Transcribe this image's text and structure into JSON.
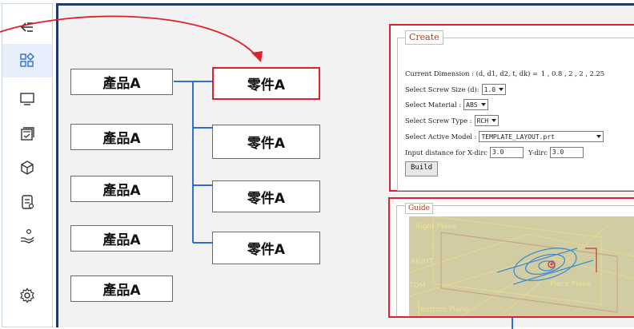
{
  "rail": {
    "items": [
      {
        "icon": "collapse-sidebar-icon"
      },
      {
        "icon": "apps-grid-icon",
        "active": true
      },
      {
        "icon": "monitor-icon"
      },
      {
        "icon": "tasks-icon"
      },
      {
        "icon": "cube-icon"
      },
      {
        "icon": "document-list-icon"
      },
      {
        "icon": "hand-coin-icon"
      },
      {
        "icon": "gear-icon"
      }
    ]
  },
  "tree": {
    "products": [
      "產品A",
      "產品A",
      "產品A",
      "產品A",
      "產品A"
    ],
    "parts": [
      "零件A",
      "零件A",
      "零件A",
      "零件A"
    ],
    "highlight_color": "#e0202a",
    "connector_color": "#2e6fd1"
  },
  "create": {
    "legend": "Create",
    "current_dimension_label": "Current Dimension : (d, d1, d2, t, dk) =",
    "current_dimension_value": "1 , 0.8 , 2 , 2 , 2.25",
    "screw_size_label": "Select Screw Size (d):",
    "screw_size_value": "1.0",
    "material_label": "Select Material :",
    "material_value": "ABS",
    "screw_type_label": "Select Screw Type :",
    "screw_type_value": "RCH",
    "active_model_label": "Select Active Model :",
    "active_model_value": "TEMPLATE_LAYOUT.prt",
    "x_dist_label": "Input distance for X-dirc",
    "x_dist_value": "3.0",
    "y_dist_label": "Y-dirc",
    "y_dist_value": "3.0",
    "build_label": "Build"
  },
  "guide": {
    "legend": "Guide",
    "labels": {
      "right_plane": "Right Plane",
      "right": "RIGHT",
      "bottom": "TOM",
      "place_plane": "Place Plane",
      "bottom_plane": "Bottom Plane"
    }
  }
}
